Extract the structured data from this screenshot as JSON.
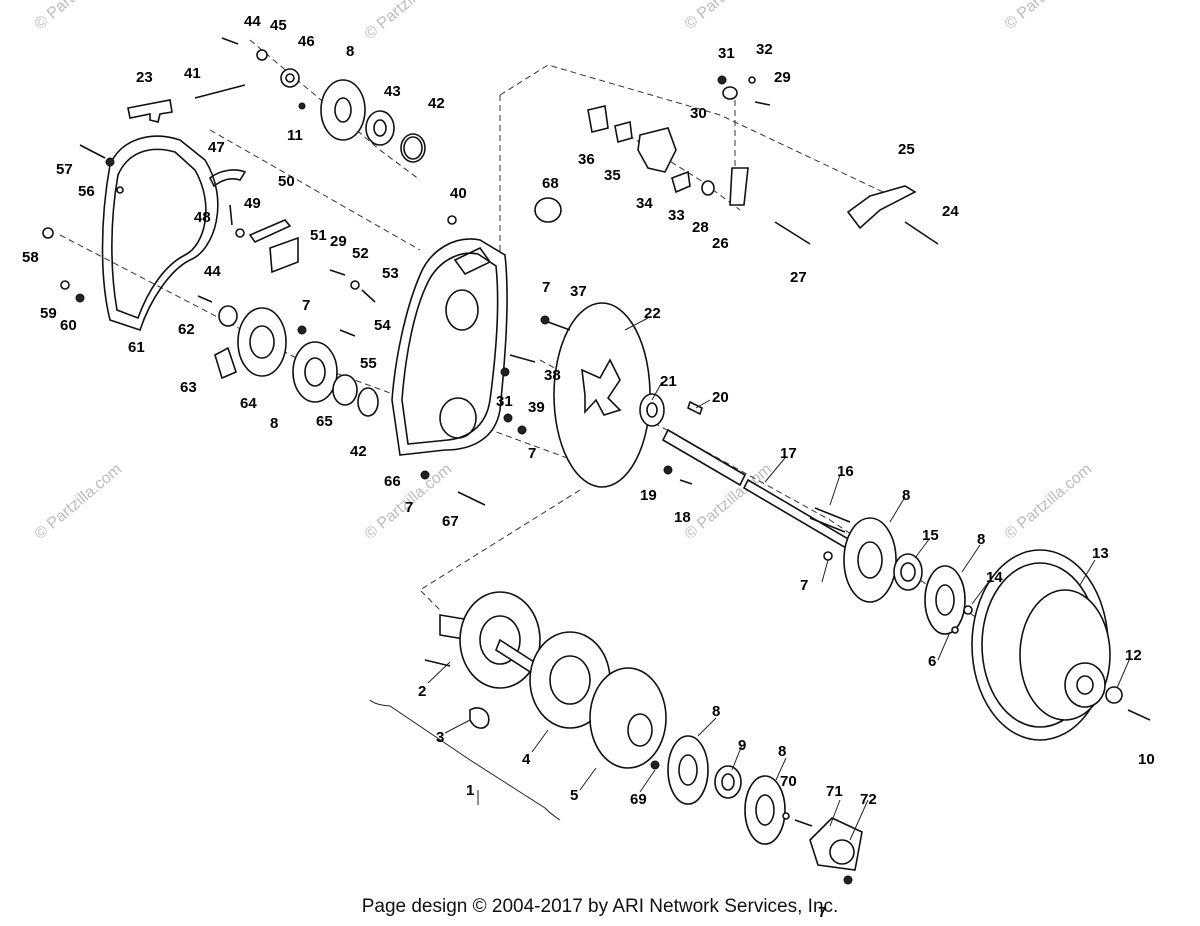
{
  "footer": {
    "text": "Page design © 2004-2017 by ARI Network Services, Inc."
  },
  "watermark": {
    "text": "© Partzilla.com"
  },
  "callouts": [
    "1",
    "2",
    "3",
    "4",
    "5",
    "6",
    "7",
    "8",
    "9",
    "10",
    "11",
    "12",
    "13",
    "14",
    "15",
    "16",
    "17",
    "18",
    "19",
    "20",
    "21",
    "22",
    "23",
    "24",
    "25",
    "26",
    "27",
    "28",
    "29",
    "30",
    "31",
    "32",
    "33",
    "34",
    "35",
    "36",
    "37",
    "38",
    "39",
    "40",
    "41",
    "42",
    "43",
    "44",
    "45",
    "46",
    "47",
    "48",
    "49",
    "50",
    "51",
    "52",
    "53",
    "54",
    "55",
    "56",
    "57",
    "58",
    "59",
    "60",
    "61",
    "62",
    "63",
    "64",
    "65",
    "66",
    "67",
    "68",
    "69",
    "70",
    "71",
    "72"
  ]
}
